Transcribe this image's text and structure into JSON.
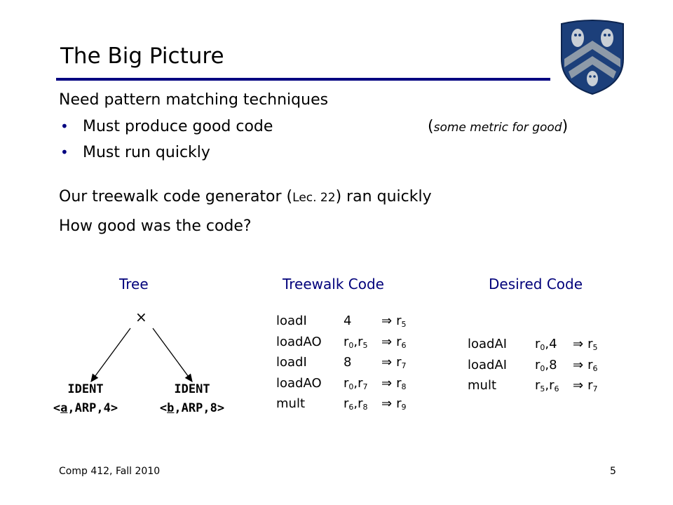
{
  "slide": {
    "title": "The Big Picture",
    "intro": "Need pattern matching techniques",
    "bullets": [
      {
        "text": "Must produce good code",
        "note_open": "(",
        "note": "some metric for good",
        "note_close": ")"
      },
      {
        "text": "Must run quickly"
      }
    ],
    "para1": {
      "before": "Our treewalk code generator (",
      "ref": "Lec. 22",
      "after": ") ran quickly"
    },
    "para2": "How good was the code?"
  },
  "columns": {
    "tree": "Tree",
    "treewalk": "Treewalk Code",
    "desired": "Desired Code"
  },
  "tree": {
    "root": "×",
    "left": {
      "label": "IDENT",
      "tuple_open": "<",
      "var": "a",
      "tuple_rest": ",ARP,4>"
    },
    "right": {
      "label": "IDENT",
      "tuple_open": "<",
      "var": "b",
      "tuple_rest": ",ARP,8>"
    }
  },
  "arrow_glyph": "⇒",
  "treewalk_code": [
    {
      "op": "loadI",
      "args": [
        {
          "t": "4"
        }
      ],
      "dest": "5"
    },
    {
      "op": "loadAO",
      "args": [
        {
          "t": "r",
          "s": "0"
        },
        {
          "t": ","
        },
        {
          "t": "r",
          "s": "5"
        }
      ],
      "dest": "6"
    },
    {
      "op": "loadI",
      "args": [
        {
          "t": "8"
        }
      ],
      "dest": "7"
    },
    {
      "op": "loadAO",
      "args": [
        {
          "t": "r",
          "s": "0"
        },
        {
          "t": ","
        },
        {
          "t": "r",
          "s": "7"
        }
      ],
      "dest": "8"
    },
    {
      "op": "mult",
      "args": [
        {
          "t": "r",
          "s": "6"
        },
        {
          "t": ","
        },
        {
          "t": "r",
          "s": "8"
        }
      ],
      "dest": "9"
    }
  ],
  "desired_code": [
    {
      "op": "loadAI",
      "args": [
        {
          "t": "r",
          "s": "0"
        },
        {
          "t": ",4"
        }
      ],
      "dest": "5"
    },
    {
      "op": "loadAI",
      "args": [
        {
          "t": "r",
          "s": "0"
        },
        {
          "t": ",8"
        }
      ],
      "dest": "6"
    },
    {
      "op": "mult",
      "args": [
        {
          "t": "r",
          "s": "5"
        },
        {
          "t": ","
        },
        {
          "t": "r",
          "s": "6"
        }
      ],
      "dest": "7"
    }
  ],
  "footer": {
    "course": "Comp 412, Fall 2010",
    "page": "5"
  },
  "colors": {
    "title_rule": "#000080",
    "bullet": "#000080",
    "shield": "#1c3f7a",
    "chevron": "#8e9aa8"
  }
}
